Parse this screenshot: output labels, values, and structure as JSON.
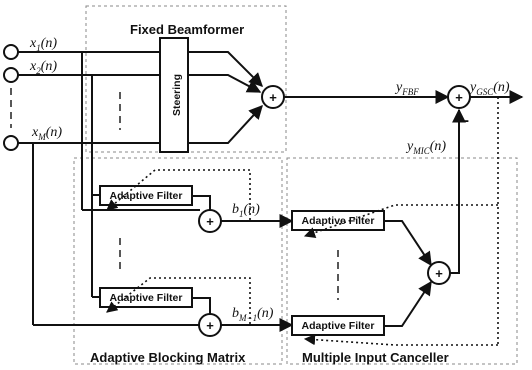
{
  "regions": {
    "fixed_beamformer": "Fixed Beamformer",
    "adaptive_blocking_matrix": "Adaptive Blocking Matrix",
    "multiple_input_canceller": "Multiple Input Canceller"
  },
  "blocks": {
    "steering": "Steering",
    "adaptive_filter": "Adaptive Filter"
  },
  "signals": {
    "x1": {
      "base": "x",
      "sub": "1",
      "suffix": "(n)"
    },
    "x2": {
      "base": "x",
      "sub": "2",
      "suffix": "(n)"
    },
    "xM": {
      "base": "x",
      "sub": "M",
      "suffix": "(n)"
    },
    "b1": {
      "base": "b",
      "sub": "1",
      "suffix": "(n)"
    },
    "bM1": {
      "base": "b",
      "sub": "M−1",
      "suffix": "(n)"
    },
    "yFBF": {
      "base": "y",
      "sub": "FBF",
      "suffix": ""
    },
    "yGSC": {
      "base": "y",
      "sub": "GSC",
      "suffix": "(n)"
    },
    "yMIC": {
      "base": "y",
      "sub": "MIC",
      "suffix": "(n)"
    }
  },
  "operators": {
    "plus": "+",
    "minus": "-"
  }
}
